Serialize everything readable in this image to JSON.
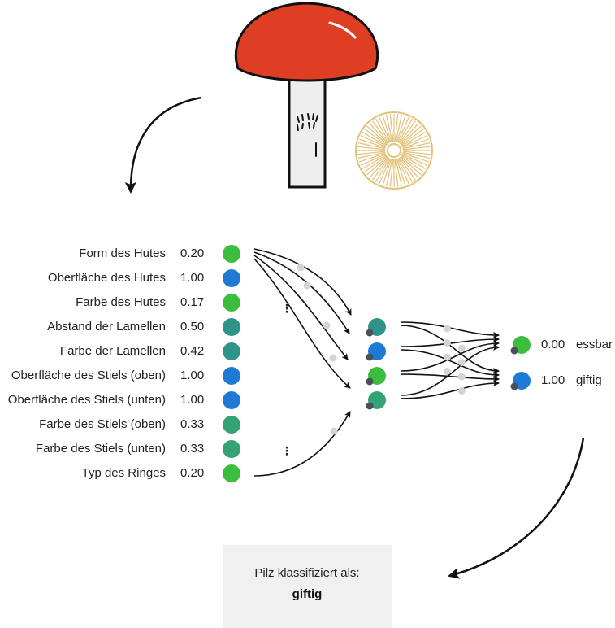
{
  "features": [
    {
      "name": "Form des Hutes",
      "value": "0.20",
      "color": "#3cbe3c"
    },
    {
      "name": "Oberfläche des Hutes",
      "value": "1.00",
      "color": "#1f7ad6"
    },
    {
      "name": "Farbe des Hutes",
      "value": "0.17",
      "color": "#3cbe3c"
    },
    {
      "name": "Abstand der Lamellen",
      "value": "0.50",
      "color": "#2e9488"
    },
    {
      "name": "Farbe der Lamellen",
      "value": "0.42",
      "color": "#2e9488"
    },
    {
      "name": "Oberfläche des Stiels (oben)",
      "value": "1.00",
      "color": "#1f7ad6"
    },
    {
      "name": "Oberfläche des Stiels (unten)",
      "value": "1.00",
      "color": "#1f7ad6"
    },
    {
      "name": "Farbe des Stiels (oben)",
      "value": "0.33",
      "color": "#34a274"
    },
    {
      "name": "Farbe des Stiels (unten)",
      "value": "0.33",
      "color": "#34a274"
    },
    {
      "name": "Typ des Ringes",
      "value": "0.20",
      "color": "#3cbe3c"
    }
  ],
  "hidden_nodes": [
    {
      "color": "#2e9488"
    },
    {
      "color": "#1f7ad6"
    },
    {
      "color": "#3cbe3c"
    },
    {
      "color": "#34a274"
    }
  ],
  "outputs": [
    {
      "name": "essbar",
      "value": "0.00",
      "color": "#3cbe3c"
    },
    {
      "name": "giftig",
      "value": "1.00",
      "color": "#1f7ad6"
    }
  ],
  "result": {
    "caption": "Pilz klassifiziert als:",
    "value": "giftig"
  },
  "ellipsis": "⋮",
  "colors": {
    "cap": "#dd3e24",
    "stem": "#eeeeee",
    "gill": "#e3c178",
    "bias": "#4a4f59",
    "weight_dot": "#d4d4d4",
    "box": "#f0f0f0"
  }
}
